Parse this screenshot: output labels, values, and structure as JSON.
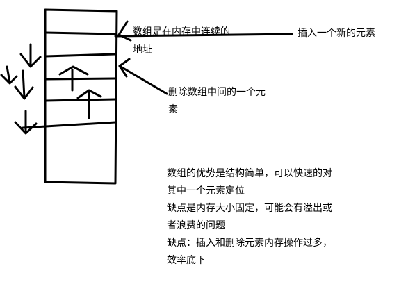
{
  "labels": {
    "contiguous_line1": "数组是在内存中连续的",
    "contiguous_line2": "地址",
    "insert": "插入一个新的元素",
    "delete_line1": "删除数组中间的一个元",
    "delete_line2": "素"
  },
  "notes": [
    "数组的优势是结构简单，可以快速的对",
    "其中一个元素定位",
    "缺点是内存大小固定，可能会有溢出或",
    "者浪费的问题",
    "缺点：插入和删除元素内存操作过多，",
    "效率底下"
  ]
}
